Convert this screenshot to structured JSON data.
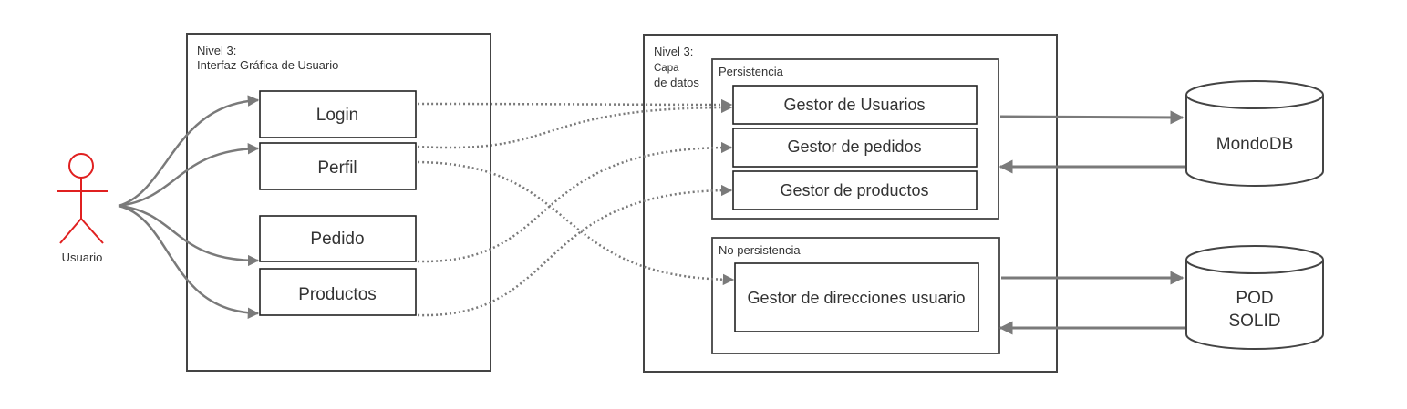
{
  "actor": {
    "label": "Usuario",
    "color": "#e02020"
  },
  "gui_tier": {
    "title_line1": "Nivel 3:",
    "title_line2": "Interfaz Gráfica de Usuario",
    "boxes": [
      "Login",
      "Perfil",
      "Pedido",
      "Productos"
    ]
  },
  "data_tier": {
    "title_line1": "Nivel 3:",
    "title_line2": "Capa",
    "title_line3": "de datos",
    "persistence": {
      "label": "Persistencia",
      "boxes": [
        "Gestor de Usuarios",
        "Gestor de pedidos",
        "Gestor de productos"
      ]
    },
    "non_persistence": {
      "label": "No persistencia",
      "boxes": [
        "Gestor de direcciones usuario"
      ]
    }
  },
  "databases": [
    {
      "line1": "MondoDB",
      "line2": ""
    },
    {
      "line1": "POD",
      "line2": "SOLID"
    }
  ],
  "colors": {
    "arrows": "#7a7a7a",
    "frames": "#444444",
    "actor": "#e02020"
  }
}
